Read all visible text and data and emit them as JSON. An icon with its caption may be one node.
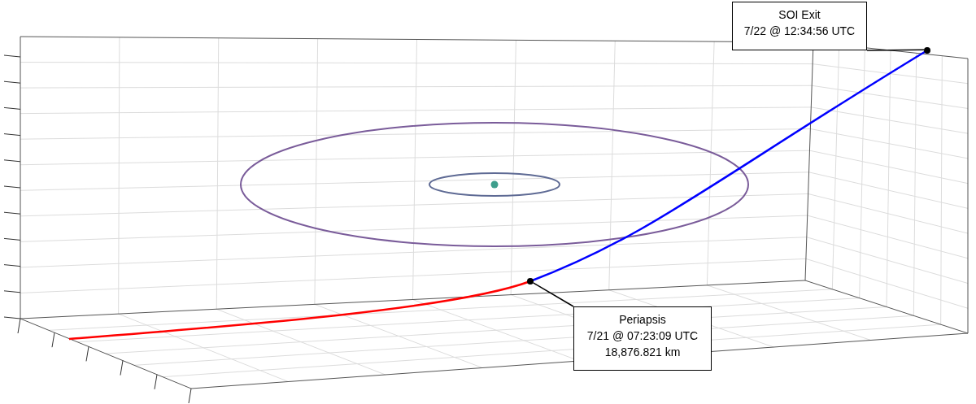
{
  "diagram": {
    "nodes": [
      {
        "text": [
          "SOI Exit",
          "7/22 @ 12:34:56 UTC"
        ]
      },
      {
        "text": [],
        "shape": "circle"
      },
      {
        "text": [
          "Periapsis",
          "7/21 @ 07:23:09 UTC",
          "18,876.821 km"
        ]
      },
      {
        "text": [],
        "shape": "circle"
      }
    ],
    "edges": [
      {
        "from": 0,
        "to": 1,
        "arrow": "none"
      },
      {
        "from": 2,
        "to": 3,
        "arrow": "none"
      }
    ]
  }
}
